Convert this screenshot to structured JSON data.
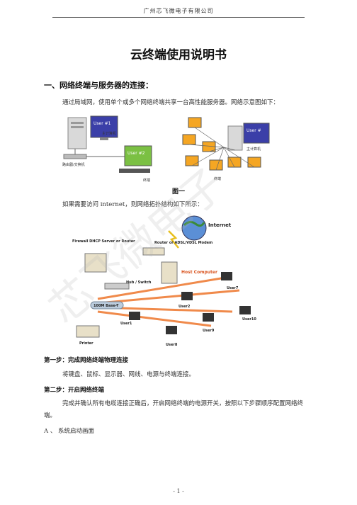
{
  "header": {
    "company": "广州芯飞微电子有限公司"
  },
  "doc": {
    "title": "云终端使用说明书",
    "section1_heading": "一、网络终端与服务器的连接：",
    "intro": "通过局域网，使用单个或多个网络终端共享一台高性能服务器。网络示意图如下：",
    "figure1_caption": "图一",
    "internet_note": "如果需要访问 internet，则网络拓扑结构如下所示：",
    "step1_heading": "第一步：完成网络终端物理连接",
    "step1_text": "将键盘、鼠标、显示器、网线、电源与终端连接。",
    "step2_heading": "第二步：开启网络终端",
    "step2_text": "完成并确认所有电缆连接正确后，开启网络终端的电源开关，按照以下步骤顺序配置网络终端。",
    "item_a": "A 、 系统启动画面"
  },
  "figure1": {
    "left": {
      "user1": "User #1",
      "user2": "User #2",
      "host_label": "主计算机",
      "router_label": "路由器/交换机",
      "terminal_label": "终端"
    },
    "right": {
      "user": "User #",
      "host_label": "主计算机",
      "terminal_label": "终端"
    }
  },
  "figure2": {
    "internet": "Internet",
    "firewall": "Firewall DHCP Server or Router",
    "modem": "Router or ADSL/VDSL Modem",
    "host": "Host Computer",
    "hub": "Hub / Switch",
    "cable": "100M Base-T",
    "users": [
      "User7",
      "User2",
      "User10",
      "User1",
      "User9",
      "User8"
    ],
    "printer": "Printer"
  },
  "footer": {
    "page_number": "- 1 -"
  },
  "watermark": {
    "text": "芯飞微电子"
  },
  "colors": {
    "screen_blue": "#3b3fa8",
    "screen_green": "#7bc043",
    "cable_orange": "#f08a4b",
    "monitor_orange": "#f5a623"
  }
}
